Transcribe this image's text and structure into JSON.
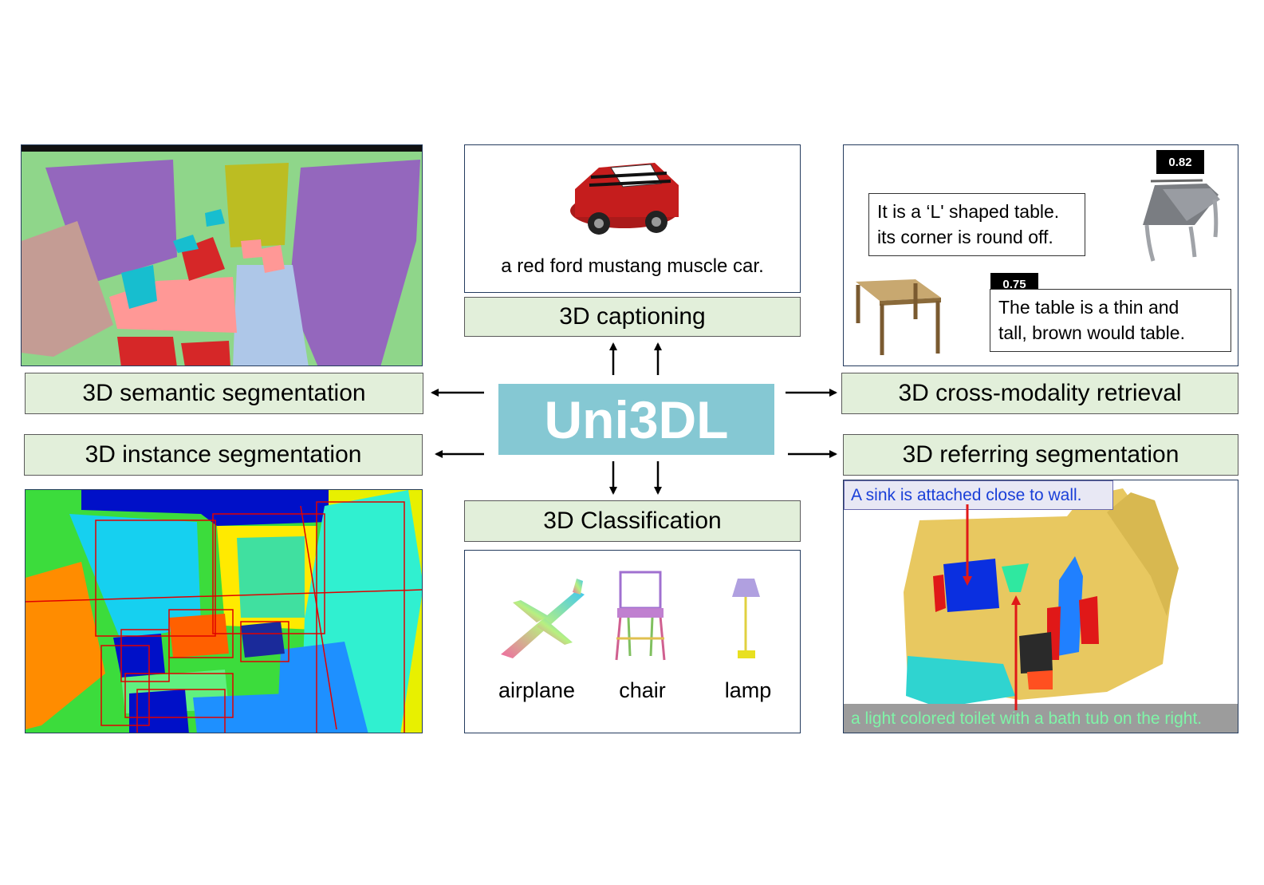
{
  "center_label": "Uni3DL",
  "tasks": {
    "captioning": "3D captioning",
    "classification": "3D Classification",
    "semantic": "3D semantic segmentation",
    "instance": "3D instance segmentation",
    "retrieval": "3D cross-modality retrieval",
    "referring": "3D referring segmentation"
  },
  "captioning": {
    "caption": "a red ford mustang muscle car."
  },
  "classification": {
    "labels": [
      "airplane",
      "chair",
      "lamp"
    ]
  },
  "retrieval": {
    "query1": "It is a ‘L' shaped table.\nits corner is round off.",
    "score1": "0.82",
    "query2": "The table is a thin and\ntall, brown would table.",
    "score2": "0.75"
  },
  "referring": {
    "top_text": "A sink is attached close to wall.",
    "bottom_text": "a light colored toilet with a bath tub on the right."
  },
  "colors": {
    "center_fill": "#85c8d3",
    "task_fill": "#e2efda",
    "top_text_color": "#1a3fd8",
    "bottom_text_color": "#7ff5a8",
    "bottom_bar": "#9c9c9c"
  }
}
